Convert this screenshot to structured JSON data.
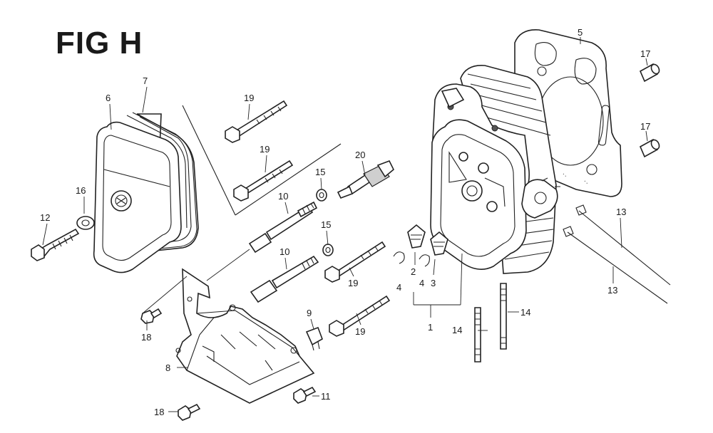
{
  "title": "FIG H",
  "callouts": [
    {
      "id": "c6",
      "text": "6"
    },
    {
      "id": "c7",
      "text": "7"
    },
    {
      "id": "c16",
      "text": "16"
    },
    {
      "id": "c12",
      "text": "12"
    },
    {
      "id": "c19a",
      "text": "19"
    },
    {
      "id": "c19b",
      "text": "19"
    },
    {
      "id": "c20",
      "text": "20"
    },
    {
      "id": "c15a",
      "text": "15"
    },
    {
      "id": "c15b",
      "text": "15"
    },
    {
      "id": "c10a",
      "text": "10"
    },
    {
      "id": "c10b",
      "text": "10"
    },
    {
      "id": "c19c",
      "text": "19"
    },
    {
      "id": "c19d",
      "text": "19"
    },
    {
      "id": "c9",
      "text": "9"
    },
    {
      "id": "c18a",
      "text": "18"
    },
    {
      "id": "c8",
      "text": "8"
    },
    {
      "id": "c11",
      "text": "11"
    },
    {
      "id": "c18b",
      "text": "18"
    },
    {
      "id": "c5",
      "text": "5"
    },
    {
      "id": "c17a",
      "text": "17"
    },
    {
      "id": "c17b",
      "text": "17"
    },
    {
      "id": "c13a",
      "text": "13"
    },
    {
      "id": "c13b",
      "text": "13"
    },
    {
      "id": "c2",
      "text": "2"
    },
    {
      "id": "c4a",
      "text": "4"
    },
    {
      "id": "c4b",
      "text": "4"
    },
    {
      "id": "c3",
      "text": "3"
    },
    {
      "id": "c1",
      "text": "1"
    },
    {
      "id": "c14a",
      "text": "14"
    },
    {
      "id": "c14b",
      "text": "14"
    }
  ]
}
